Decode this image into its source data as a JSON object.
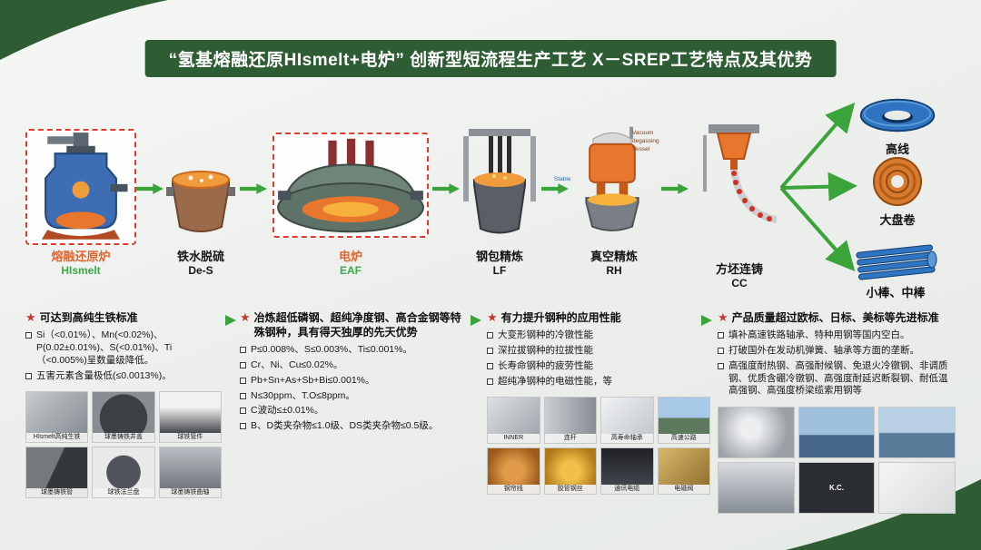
{
  "title": "“氢基熔融还原HIsmelt+电炉” 创新型短流程生产工艺 X－SREP工艺特点及其优势",
  "icons": {
    "star": "★"
  },
  "colors": {
    "theme_green": "#2e5c33",
    "arrow_green": "#3aa33a",
    "highlight_dash_red": "#e23b2e",
    "step_label_orange": "#e0662f",
    "step_label_green": "#3faa4a",
    "star_red": "#c9372c"
  },
  "flow": {
    "steps": [
      {
        "cn": "熔融还原炉",
        "en": "HIsmelt"
      },
      {
        "cn": "铁水脱硫",
        "en": "De-S"
      },
      {
        "cn": "电炉",
        "en": "EAF"
      },
      {
        "cn": "钢包精炼",
        "en": "LF"
      },
      {
        "cn": "真空精炼",
        "en": "RH"
      },
      {
        "cn": "方坯连铸",
        "en": "CC"
      }
    ],
    "rh_annotations": {
      "line1": "Vacuum",
      "line2": "degassing",
      "line3": "Vessel",
      "side": "Stable"
    },
    "products": [
      {
        "label": "高线"
      },
      {
        "label": "大盘卷"
      },
      {
        "label": "小棒、中棒"
      }
    ]
  },
  "columns": [
    {
      "title": "可达到高纯生铁标准",
      "items": [
        "Si（<0.01%）、Mn(<0.02%)、P(0.02±0.01%)、S(<0.01%)、Ti（<0.005%)呈数量级降低。",
        "五害元素含量极低(≤0.0013%)。"
      ],
      "captions": [
        "HIsmelt高纯生铁",
        "球墨铸铁井盖",
        "球铁管件",
        "球墨铸铁管",
        "球铁法兰盘",
        "球墨铸铁曲轴"
      ]
    },
    {
      "title": "冶炼超低磷钢、超纯净度钢、高合金钢等特殊钢种，具有得天独厚的先天优势",
      "items": [
        "P≤0.008%、S≤0.003%、Ti≤0.001%。",
        "Cr、Ni、Cu≤0.02%。",
        "Pb+Sn+As+Sb+Bi≤0.001%。",
        "N≤30ppm、T.O≤8ppm。",
        "C波动≤±0.01%。",
        "B、D类夹杂物≤1.0级、DS类夹杂物≤0.5级。"
      ]
    },
    {
      "title": "有力提升钢种的应用性能",
      "items": [
        "大变形钢种的冷镦性能",
        "深拉拔钢种的拉拔性能",
        "长寿命钢种的疲劳性能",
        "超纯净钢种的电磁性能，等"
      ],
      "captions": [
        "INNER",
        "连杆",
        "高寿命轴承",
        "高速公路",
        "钢帘线",
        "胶管钢丝",
        "通讯电缆",
        "电磁阀"
      ]
    },
    {
      "title": "产品质量超过欧标、日标、美标等先进标准",
      "items": [
        "填补高速铁路轴承、特种用钢等国内空白。",
        "打破国外在发动机弹簧、轴承等方面的垄断。",
        "高强度耐热钢、高强耐候钢、免退火冷镦钢、非调质钢、优质含硼冷镦钢、高强度耐延迟断裂钢、耐低温高强钢、高强度桥梁缆索用钢等"
      ],
      "photo_label": "K.C."
    }
  ]
}
